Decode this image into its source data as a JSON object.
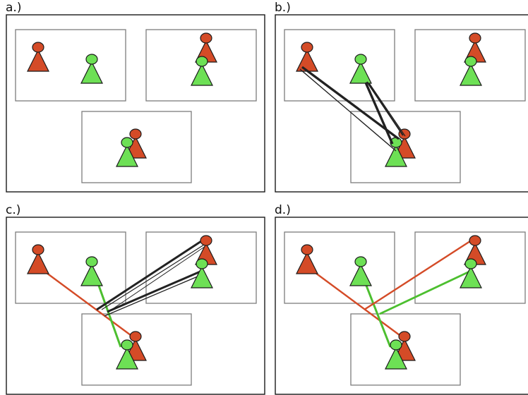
{
  "panel_labels": [
    "a.)",
    "b.)",
    "c.)",
    "d.)"
  ],
  "colors": {
    "red_pawn": "#d44b27",
    "green_pawn": "#6de055",
    "dark_link": "#222222",
    "red_link": "#d44b27",
    "green_link": "#4cbf2f"
  }
}
